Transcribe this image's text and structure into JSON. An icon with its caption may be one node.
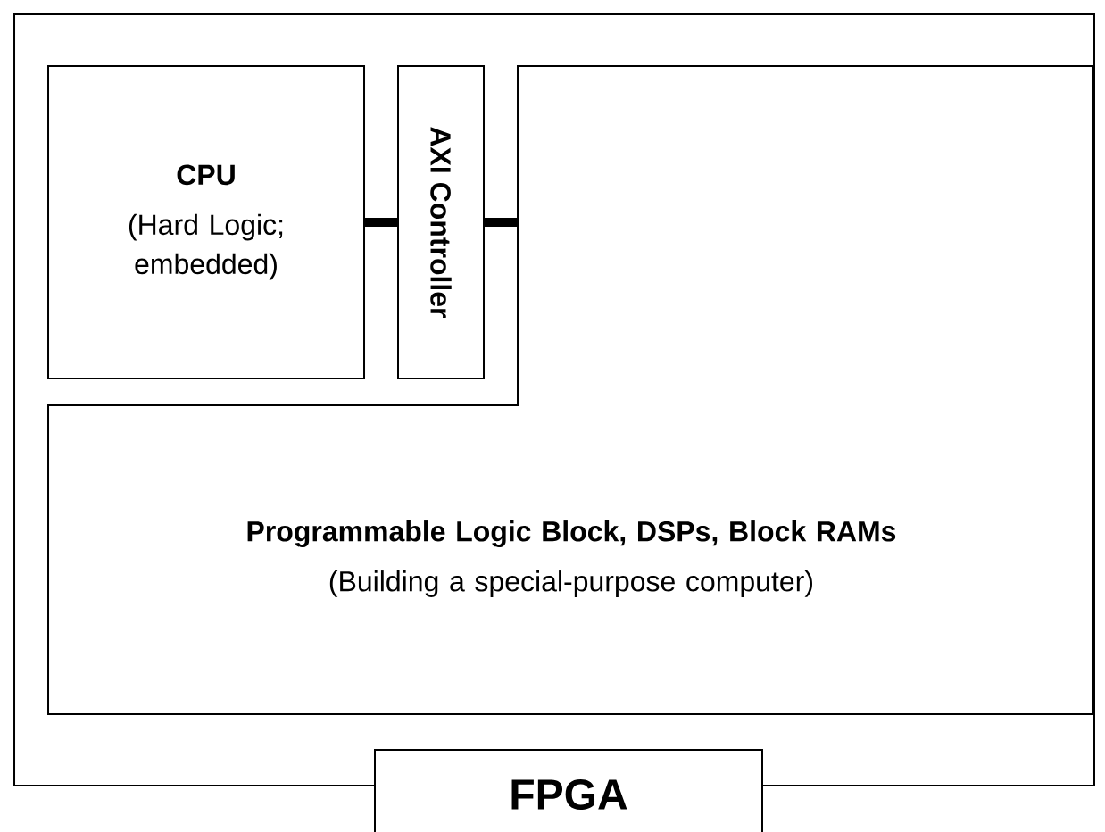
{
  "diagram": {
    "nodes": [
      {
        "text": [
          "FPGA"
        ]
      },
      {
        "text": [
          "CPU",
          "(Hard Logic; embedded)"
        ],
        "in": 0
      },
      {
        "text": [
          "AXI Controller"
        ],
        "in": 0
      },
      {
        "text": [
          "Programmable Logic Block, DSPs, Block RAMs",
          "(Building a special-purpose computer)"
        ],
        "in": 0
      }
    ],
    "edges": [
      {
        "from": 1,
        "to": 2,
        "arrow": "none"
      },
      {
        "from": 2,
        "to": 3,
        "arrow": "none"
      }
    ]
  }
}
